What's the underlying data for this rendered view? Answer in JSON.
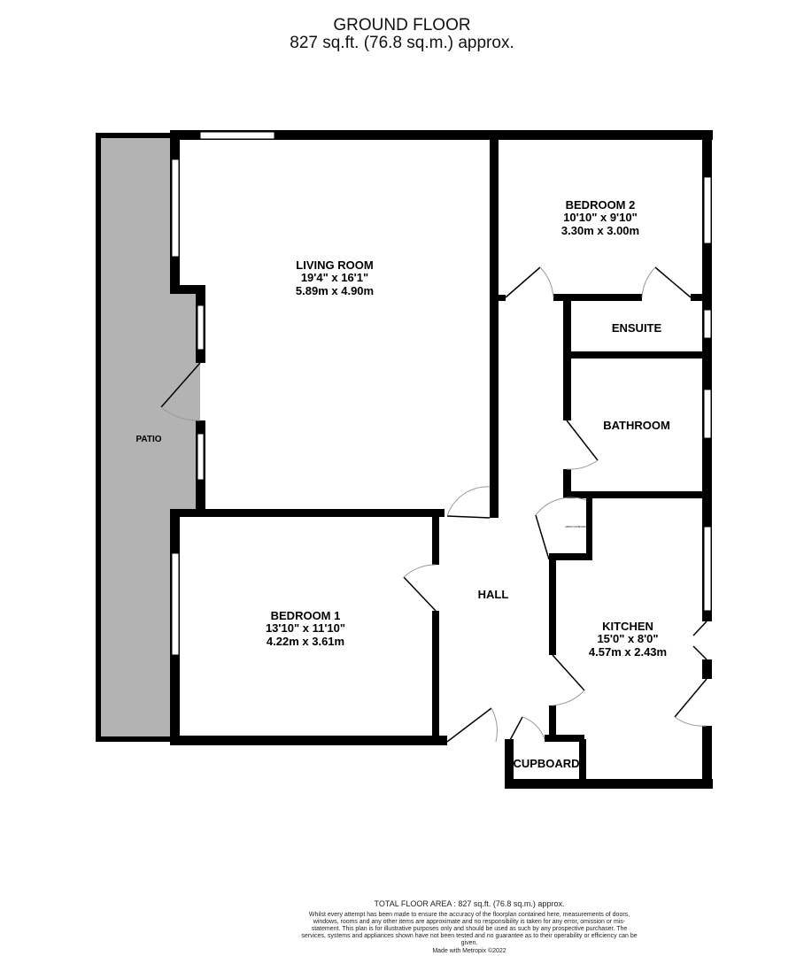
{
  "header": {
    "title": "GROUND FLOOR",
    "area": "827 sq.ft. (76.8 sq.m.) approx."
  },
  "rooms": {
    "living_room": {
      "name": "LIVING ROOM",
      "imperial": "19'4\"  x 16'1\"",
      "metric": "5.89m  x 4.90m"
    },
    "bedroom_2": {
      "name": "BEDROOM 2",
      "imperial": "10'10\"  x 9'10\"",
      "metric": "3.30m  x 3.00m"
    },
    "ensuite": {
      "name": "ENSUITE"
    },
    "bathroom": {
      "name": "BATHROOM"
    },
    "patio": {
      "name": "PATIO"
    },
    "bedroom_1": {
      "name": "BEDROOM 1",
      "imperial": "13'10\"  x 11'10\"",
      "metric": "4.22m  x 3.61m"
    },
    "hall": {
      "name": "HALL"
    },
    "airing_cupboard": {
      "name": "AIRING CUPBOARD"
    },
    "kitchen": {
      "name": "KITCHEN",
      "imperial": "15'0\"  x 8'0\"",
      "metric": "4.57m  x 2.43m"
    },
    "cupboard": {
      "name": "CUPBOARD"
    }
  },
  "colors": {
    "wall": "#000000",
    "patio": "#b3b3b3"
  },
  "footer": {
    "total_area": "TOTAL FLOOR AREA : 827 sq.ft. (76.8 sq.m.) approx.",
    "disclaimer": "Whilst every attempt has been made to ensure the accuracy of the floorplan contained here, measurements of doors, windows, rooms and any other items are approximate and no responsibility is taken for any error, omission or mis-statement. This plan is for illustrative purposes only and should be used as such by any prospective purchaser. The services, systems and appliances shown have not been tested and no guarantee as to their operability or efficiency can be given.",
    "credit": "Made with Metropix ©2022"
  }
}
